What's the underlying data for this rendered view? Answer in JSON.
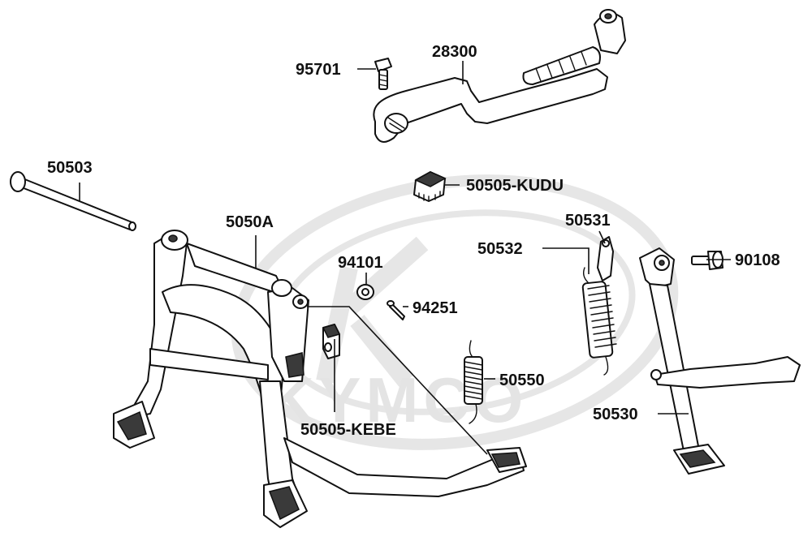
{
  "diagram": {
    "watermark": {
      "brand": "KYMCO",
      "logo_letter": "K"
    },
    "labels": {
      "p95701": "95701",
      "p28300": "28300",
      "p50503": "50503",
      "p50505_kudu": "50505-KUDU",
      "p5050A": "5050A",
      "p50531": "50531",
      "p50532": "50532",
      "p94101": "94101",
      "p90108": "90108",
      "p94251": "94251",
      "p50550": "50550",
      "p50505_kebe": "50505-KEBE",
      "p50530": "50530"
    },
    "colors": {
      "line": "#111111",
      "fill": "#ffffff",
      "shade": "#3a3a3a",
      "watermark": "#e4e4e4"
    }
  }
}
